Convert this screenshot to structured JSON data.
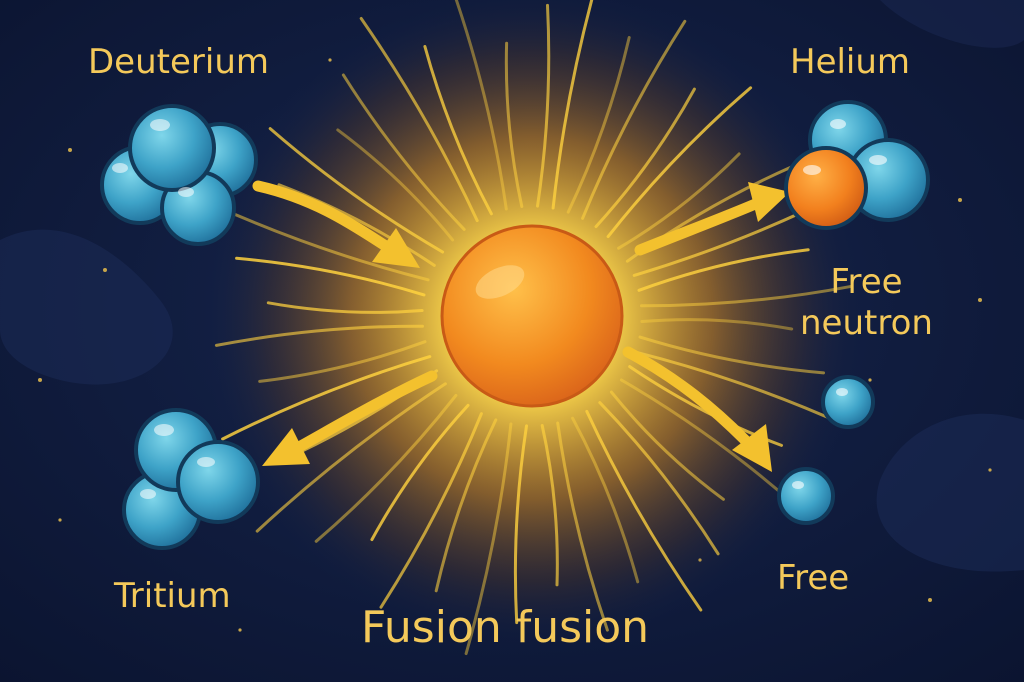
{
  "diagram": {
    "title": "Fusion fusion",
    "labels": {
      "deuterium": "Deuterium",
      "helium": "Helium",
      "free_neutron_line1": "Free",
      "free_neutron_line2": "neutron",
      "tritium": "Tritium",
      "free": "Free"
    },
    "colors": {
      "background": "#0f1a3a",
      "label_text": "#f4c95a",
      "glow": "#ffd23f",
      "core": "#f08a1e",
      "nucleon_blue": "#2d8fb8",
      "proton_orange": "#ef7d1a",
      "arrow": "#f3c12e"
    }
  }
}
